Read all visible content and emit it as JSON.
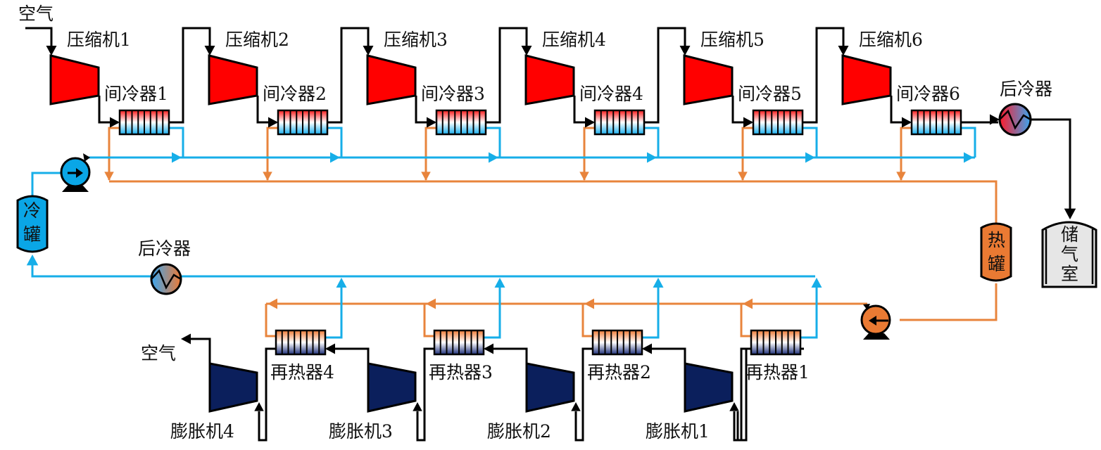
{
  "title": "压缩空气储能系统流程图",
  "colors": {
    "air_line": "#000000",
    "cold_water": "#16aee8",
    "hot_oil": "#e8843c",
    "compressor": "#ff0000",
    "expander": "#0b1f5c",
    "cold_tank": "#0aa6e6",
    "hot_tank": "#ea7a33",
    "storage_fill": "#e6e6e6"
  },
  "labels": {
    "air_in": "空气",
    "air_out": "空气",
    "aftercooler_charge": "后冷器",
    "aftercooler_discharge": "后冷器",
    "cold_tank": [
      "冷",
      "罐"
    ],
    "hot_tank": [
      "热",
      "罐"
    ],
    "storage": [
      "储",
      "气",
      "室"
    ]
  },
  "compressors": [
    {
      "label": "压缩机1",
      "intercooler": "间冷器1"
    },
    {
      "label": "压缩机2",
      "intercooler": "间冷器2"
    },
    {
      "label": "压缩机3",
      "intercooler": "间冷器3"
    },
    {
      "label": "压缩机4",
      "intercooler": "间冷器4"
    },
    {
      "label": "压缩机5",
      "intercooler": "间冷器5"
    },
    {
      "label": "压缩机6",
      "intercooler": "间冷器6"
    }
  ],
  "expanders": [
    {
      "label": "膨胀机4",
      "reheater": "再热器4"
    },
    {
      "label": "膨胀机3",
      "reheater": "再热器3"
    },
    {
      "label": "膨胀机2",
      "reheater": "再热器2"
    },
    {
      "label": "膨胀机1",
      "reheater": "再热器1"
    }
  ]
}
